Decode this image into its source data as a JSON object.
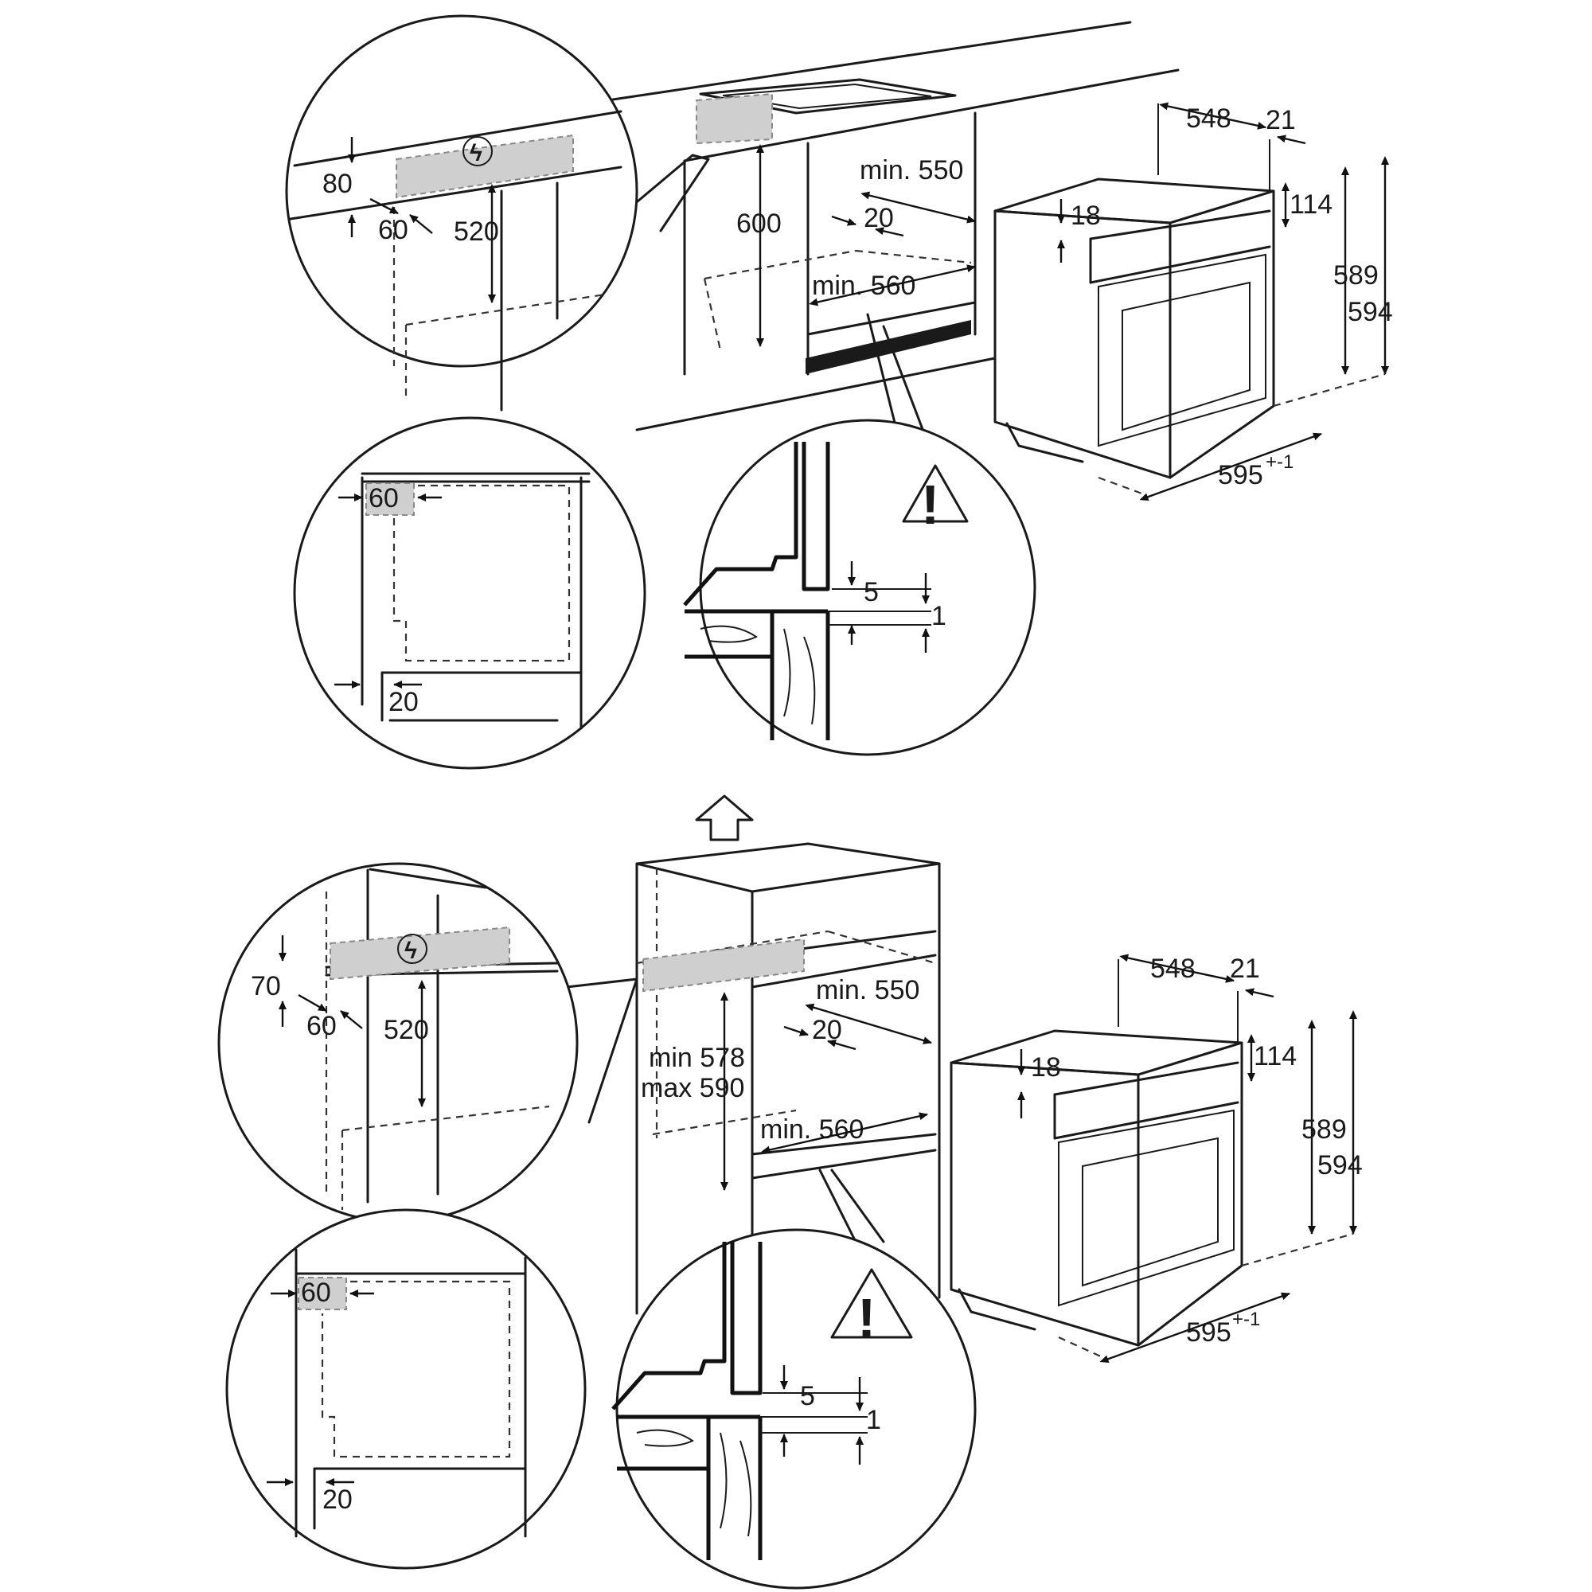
{
  "top": {
    "socket": {
      "d80": "80",
      "d60": "60",
      "d520": "520"
    },
    "niche": {
      "d600": "600",
      "min550": "min. 550",
      "d20": "20",
      "min560": "min. 560"
    },
    "oven": {
      "d548": "548",
      "d21": "21",
      "d18": "18",
      "d114": "114",
      "d589": "589",
      "d594": "594",
      "d595": "595",
      "tol": "+-1"
    },
    "side": {
      "d60": "60",
      "d20": "20"
    },
    "detail": {
      "d5": "5",
      "d1": "1"
    }
  },
  "bottom": {
    "socket": {
      "d70": "70",
      "d60": "60",
      "d520": "520"
    },
    "niche": {
      "min578": "min 578",
      "max590": "max 590",
      "min550": "min. 550",
      "d20": "20",
      "min560": "min. 560"
    },
    "oven": {
      "d548": "548",
      "d21": "21",
      "d18": "18",
      "d114": "114",
      "d589": "589",
      "d594": "594",
      "d595": "595",
      "tol": "+-1"
    },
    "side": {
      "d60": "60",
      "d20": "20"
    },
    "detail": {
      "d5": "5",
      "d1": "1"
    }
  },
  "icons": {
    "warning": "warning-triangle-icon",
    "electric": "electric-bolt-icon",
    "airflow": "up-arrow-icon"
  },
  "symbols": {
    "exclaim": "!",
    "bolt": "ϟ"
  }
}
